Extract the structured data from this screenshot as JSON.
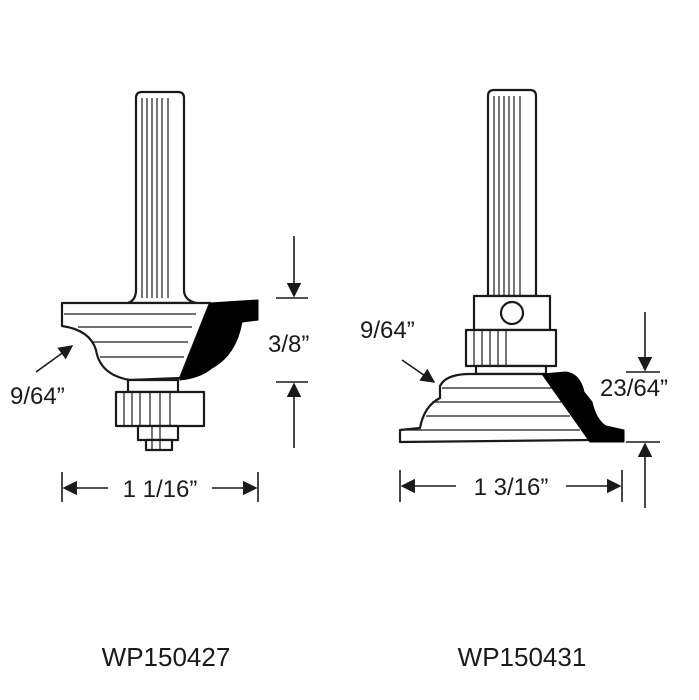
{
  "bits": [
    {
      "model": "WP150427",
      "radius_label": "9/64”",
      "height_label": "3/8”",
      "width_label": "1 1/16”"
    },
    {
      "model": "WP150431",
      "radius_label": "9/64”",
      "height_label": "23/64”",
      "width_label": "1 3/16”"
    }
  ],
  "colors": {
    "ink": "#1a1a1a",
    "cutter": "#000000",
    "shade": "#d9d9d9"
  }
}
